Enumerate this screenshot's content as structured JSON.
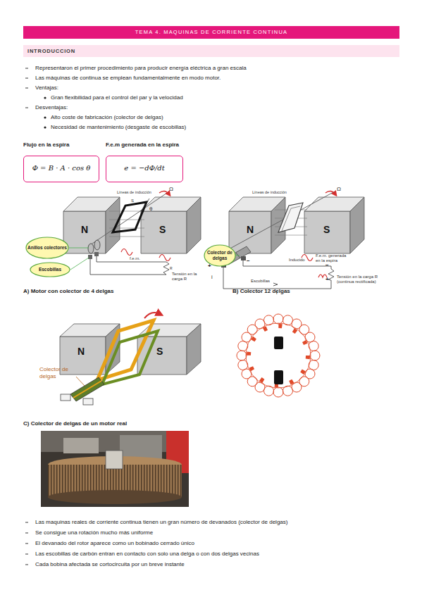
{
  "diagram": {
    "title": "TEMA 4. MAQUINAS DE CORRIENTE CONTINUA",
    "nodes": [
      {
        "text": [
          "INTRODUCCION"
        ]
      },
      {
        "text": [
          "Flujo en la espira",
          "Φ = B · A · cos θ"
        ]
      },
      {
        "text": [
          "F.e.m generada en la espira",
          "e = −dΦ/dt"
        ]
      },
      {
        "text": [
          "Anillos colectores"
        ]
      },
      {
        "text": [
          "Escobillas"
        ]
      },
      {
        "text": [
          "Colector de delgas"
        ]
      }
    ],
    "labels": [
      "Representaron el primer procedimiento para producir energía eléctrica a gran escala",
      "Las máquinas de continua se emplean fundamentalmente en modo motor.",
      "Ventajas:",
      "Gran flexibilidad para el control del par y la velocidad",
      "Desventajas:",
      "Alto coste de fabricación (colector de delgas)",
      "Necesidad de mantenimiento (desgaste de escobillas)",
      "Líneas de inducción",
      "S",
      "θ",
      "Ω",
      "N",
      "S",
      "f.e.m.",
      "R",
      "Tensión en la carga R",
      "Líneas de inducción",
      "Ω",
      "N",
      "S",
      "Inducido",
      "F.e.m. generada en la espira",
      "Escobillas",
      "+",
      "i",
      "−",
      "−",
      "+",
      "i",
      "Tensión en la carga R (continua rectificada)",
      "A) Motor con colector de 4 delgas",
      "B) Colector 12 delgas",
      "N",
      "S",
      "Colector de delgas",
      "C) Colector de delgas de un motor real",
      "Las maquinas reales de corriente continua tienen un gran número de devanados (colector de delgas)",
      "Se consigue una rotación mucho más uniforme",
      "El devanado del rotor aparece como un bobinado cerrado único",
      "Las escobillas de carbón entran en contacto con solo una delga o con dos delgas vecinas",
      "Cada bobina afectada se cortocircuita por un breve instante"
    ]
  }
}
